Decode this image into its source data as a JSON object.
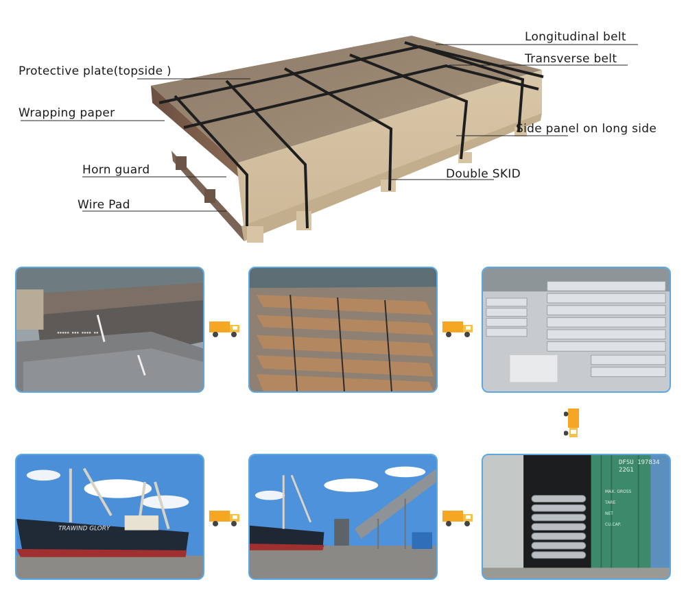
{
  "diagram": {
    "labels": {
      "protective_plate": "Protective plate(topside )",
      "wrapping_paper": "Wrapping paper",
      "horn_guard": "Horn guard",
      "wire_pad": "Wire Pad",
      "longitudinal_belt": "Longitudinal belt",
      "transverse_belt": "Transverse belt",
      "side_panel": "Side panel on long side",
      "double_skid": "Double SKID"
    }
  },
  "photos": {
    "ship": {
      "hull_text": "TRAWIND GLORY"
    },
    "container": {
      "code_line1": "DFSU 197834",
      "code_line2": "22G1",
      "spec_1": "MAX. GROSS",
      "spec_2": "TARE",
      "spec_3": "NET",
      "spec_4": "CU.CAP."
    }
  },
  "colors": {
    "frame_border": "#5aa9e6",
    "truck_body": "#f5a623",
    "truck_cab": "#f7c04a",
    "kraft_paper": "#c9b79b",
    "container_green": "#3d8a6b"
  },
  "icons": [
    "truck-icon"
  ]
}
